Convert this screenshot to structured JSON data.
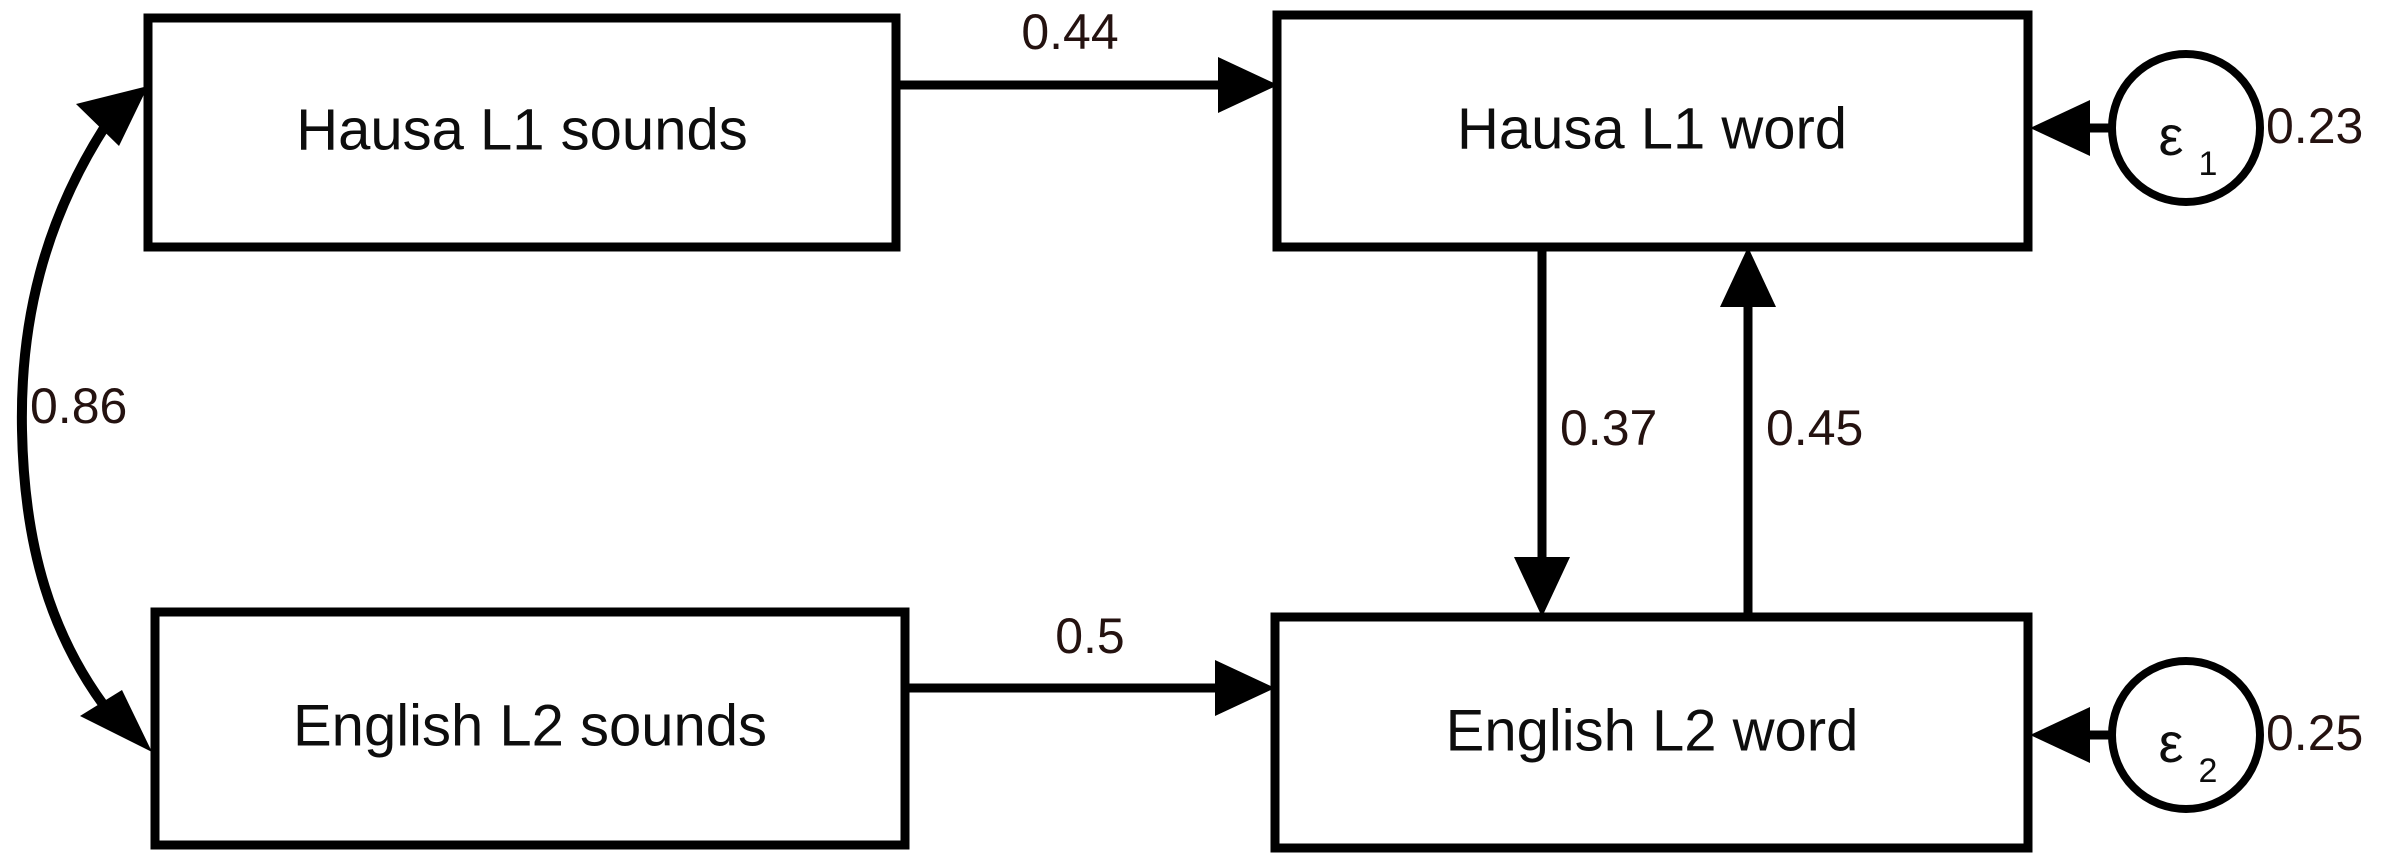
{
  "diagram": {
    "type": "path-diagram",
    "title": "",
    "nodes": [
      {
        "id": "hausa_l1_sounds",
        "label": "Hausa L1 sounds",
        "shape": "rectangle"
      },
      {
        "id": "hausa_l1_word",
        "label": "Hausa L1 word",
        "shape": "rectangle"
      },
      {
        "id": "english_l2_sounds",
        "label": "English L2 sounds",
        "shape": "rectangle"
      },
      {
        "id": "english_l2_word",
        "label": "English L2 word",
        "shape": "rectangle"
      },
      {
        "id": "epsilon_1",
        "label": "ε",
        "subscript": "1",
        "shape": "circle"
      },
      {
        "id": "epsilon_2",
        "label": "ε",
        "subscript": "2",
        "shape": "circle"
      }
    ],
    "edges": [
      {
        "id": "e1",
        "from": "hausa_l1_sounds",
        "to": "hausa_l1_word",
        "weight": "0.44",
        "style": "straight",
        "direction": "single"
      },
      {
        "id": "e2",
        "from": "english_l2_sounds",
        "to": "english_l2_word",
        "weight": "0.5",
        "style": "straight",
        "direction": "single"
      },
      {
        "id": "e3",
        "from": "hausa_l1_word",
        "to": "english_l2_word",
        "weight": "0.37",
        "style": "straight",
        "direction": "single"
      },
      {
        "id": "e4",
        "from": "english_l2_word",
        "to": "hausa_l1_word",
        "weight": "0.45",
        "style": "straight",
        "direction": "single"
      },
      {
        "id": "e5",
        "from": "hausa_l1_sounds",
        "to": "english_l2_sounds",
        "weight": "0.86",
        "style": "curved",
        "direction": "double"
      },
      {
        "id": "e6",
        "from": "epsilon_1",
        "to": "hausa_l1_word",
        "weight": "0.23",
        "style": "straight",
        "direction": "single"
      },
      {
        "id": "e7",
        "from": "epsilon_2",
        "to": "english_l2_word",
        "weight": "0.25",
        "style": "straight",
        "direction": "single"
      }
    ],
    "labels": {
      "hausa_l1_sounds": "Hausa L1 sounds",
      "hausa_l1_word": "Hausa L1 word",
      "english_l2_sounds": "English L2 sounds",
      "english_l2_word": "English L2 word",
      "epsilon_1_symbol": "ε",
      "epsilon_1_subscript": "1",
      "epsilon_2_symbol": "ε",
      "epsilon_2_subscript": "2",
      "w_sounds_to_word_l1": "0.44",
      "w_sounds_to_word_l2": "0.5",
      "w_l1word_to_l2word": "0.37",
      "w_l2word_to_l1word": "0.45",
      "w_sounds_correlation": "0.86",
      "w_residual_1": "0.23",
      "w_residual_2": "0.25"
    },
    "colors": {
      "background": "#ffffff",
      "stroke": "#000000",
      "node_text": "#0d0d0d",
      "edge_label_text": "#241210"
    }
  }
}
